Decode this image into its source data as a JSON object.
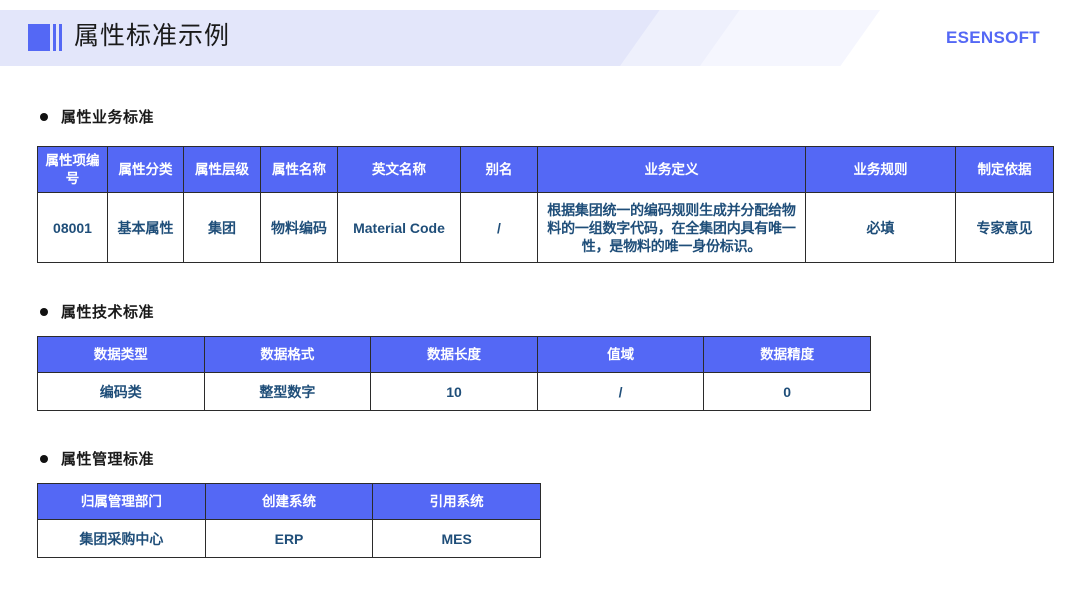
{
  "header": {
    "title": "属性标准示例",
    "brand": "ESENSOFT",
    "logo_icon": "blue-square-bars-icon",
    "accent_color": "#5468f5",
    "band_color": "#e3e6fa"
  },
  "sections": [
    {
      "id": "business",
      "heading": "属性业务标准"
    },
    {
      "id": "technical",
      "heading": "属性技术标准"
    },
    {
      "id": "management",
      "heading": "属性管理标准"
    }
  ],
  "tables": {
    "business": {
      "columns": [
        "属性项编号",
        "属性分类",
        "属性层级",
        "属性名称",
        "英文名称",
        "别名",
        "业务定义",
        "业务规则",
        "制定依据"
      ],
      "rows": [
        {
          "code": "08001",
          "category": "基本属性",
          "level": "集团",
          "name": "物料编码",
          "english_name": "Material Code",
          "alias": "/",
          "definition": "根据集团统一的编码规则生成并分配给物料的一组数字代码，在全集团内具有唯一性，是物料的唯一身份标识。",
          "rule": "必填",
          "basis": "专家意见"
        }
      ]
    },
    "technical": {
      "columns": [
        "数据类型",
        "数据格式",
        "数据长度",
        "值域",
        "数据精度"
      ],
      "rows": [
        {
          "data_type": "编码类",
          "data_format": "整型数字",
          "data_length": "10",
          "value_range": "/",
          "precision": "0"
        }
      ]
    },
    "management": {
      "columns": [
        "归属管理部门",
        "创建系统",
        "引用系统"
      ],
      "rows": [
        {
          "department": "集团采购中心",
          "create_system": "ERP",
          "reference_system": "MES"
        }
      ]
    }
  }
}
